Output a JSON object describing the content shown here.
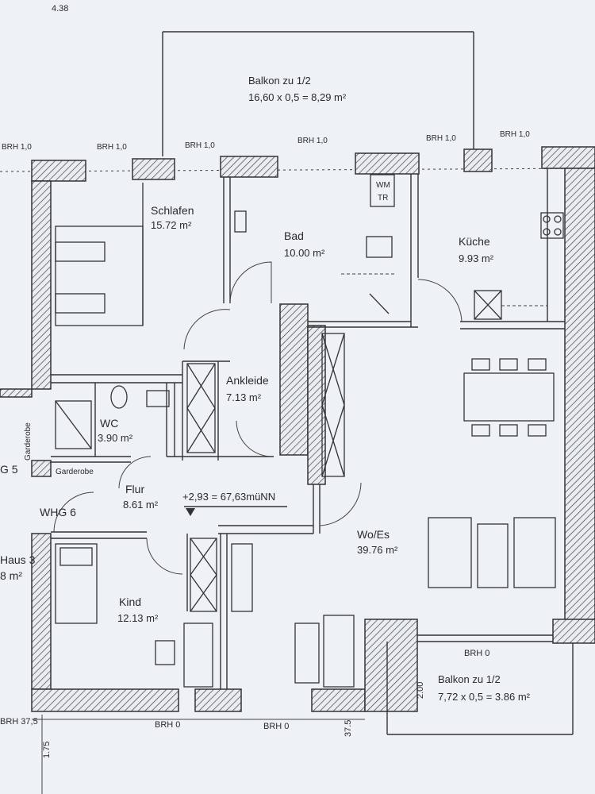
{
  "header": {
    "dimension": "4.38"
  },
  "balcony_top": {
    "label": "Balkon zu 1/2",
    "calc": "16,60 x 0,5 = 8,29 m²"
  },
  "brh_labels": [
    "BRH 1,0",
    "BRH 1,0",
    "BRH 1,0",
    "BRH 1,0",
    "BRH 1,0",
    "BRH 1,0"
  ],
  "rooms": {
    "schlafen": {
      "name": "Schlafen",
      "area": "15.72 m²"
    },
    "bad": {
      "name": "Bad",
      "area": "10.00 m²"
    },
    "kueche": {
      "name": "Küche",
      "area": "9.93 m²"
    },
    "ankleide": {
      "name": "Ankleide",
      "area": "7.13 m²"
    },
    "wc": {
      "name": "WC",
      "area": "3.90 m²"
    },
    "flur": {
      "name": "Flur",
      "area": "8.61 m²"
    },
    "kind": {
      "name": "Kind",
      "area": "12.13 m²"
    },
    "woes": {
      "name": "Wo/Es",
      "area": "39.76 m²"
    }
  },
  "labels": {
    "garderobe": "Garderobe",
    "garderobe_vertical": "Garderobe",
    "whg": "WHG 6",
    "wm": "WM",
    "tr": "TR",
    "elevation": "+2,93 = 67,63müNN",
    "neighbour_haus": "Haus 3",
    "neighbour_area": "8 m²",
    "neighbour_g": "G 5"
  },
  "balcony_bottom": {
    "label": "Balkon zu 1/2",
    "calc": "7,72 x 0,5 = 3.86 m²",
    "brh": "BRH 0",
    "depth": "2.00"
  },
  "bottom_labels": {
    "brh_left": "BRH 37,5",
    "brh_mid1": "BRH 0",
    "brh_mid2": "BRH 0",
    "dim_left": "1.75",
    "dim_mid": "37.5"
  }
}
